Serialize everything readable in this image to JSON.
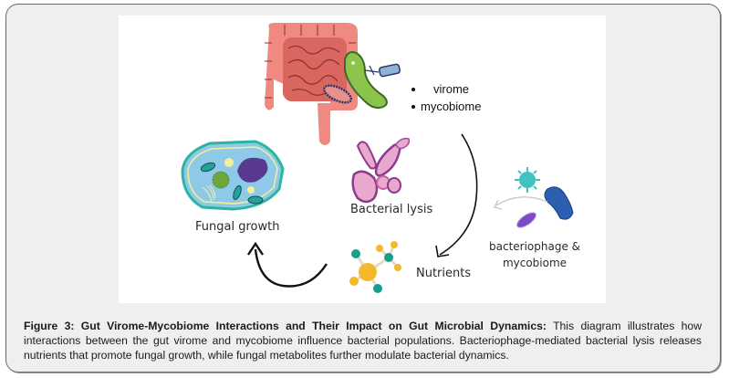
{
  "figure": {
    "labels": {
      "fungal_growth": "Fungal growth",
      "bacterial_lysis": "Bacterial lysis",
      "nutrients": "Nutrients",
      "phage_line1": "bacteriophage &",
      "phage_line2": "mycobiome"
    },
    "legend": [
      "virome",
      "mycobiome"
    ],
    "icons": [
      "intestine-icon",
      "bacteria-icon",
      "fungal-cell-icon",
      "lysed-bacteria-icon",
      "nutrient-molecule-icon",
      "virus-icon",
      "cycle-arrow-icon"
    ],
    "colors": {
      "intestine": "#f08a80",
      "intestine_dark": "#d9665f",
      "fungal_cell": "#8ec9e8",
      "fungal_border": "#2bb5a0",
      "bacteria_green": "#8cc34a",
      "lysis_pink": "#e9a9cf",
      "lysis_purple": "#8e3a8e",
      "molecule_yellow": "#f2b92c",
      "molecule_teal": "#179e8c",
      "virus_teal": "#3fc2c0",
      "bacteria_blue": "#2c5fb0",
      "bacteria_purple": "#7c4bbf"
    }
  },
  "caption": {
    "title": "Figure 3: Gut Virome-Mycobiome Interactions and Their Impact on Gut Microbial Dynamics:",
    "body": " This diagram illustrates how interactions between the gut virome and mycobiome influence bacterial populations. Bacteriophage-mediated bacterial lysis releases nutrients that promote fungal growth, while fungal metabolites further modulate bacterial dynamics."
  }
}
